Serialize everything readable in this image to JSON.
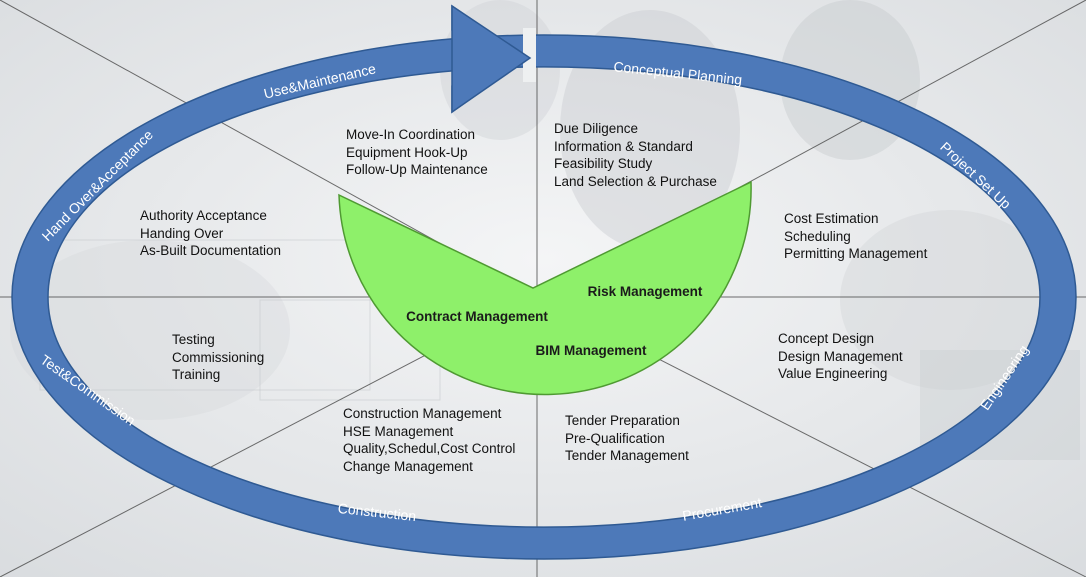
{
  "ring_phases": [
    {
      "id": "conceptual-planning",
      "label": "Conceptual Planning"
    },
    {
      "id": "project-set-up",
      "label": "Project Set Up"
    },
    {
      "id": "engineering",
      "label": "Engineering"
    },
    {
      "id": "procurement",
      "label": "Procurement"
    },
    {
      "id": "construction",
      "label": "Construction"
    },
    {
      "id": "test-commission",
      "label": "Test&Commission"
    },
    {
      "id": "hand-over-acceptance",
      "label": "Hand Over&Acceptance"
    },
    {
      "id": "use-maintenance",
      "label": "Use&Maintenance"
    }
  ],
  "sector_items": {
    "conceptual_planning": [
      "Due Diligence",
      "Information & Standard",
      "Feasibility Study",
      "Land Selection & Purchase"
    ],
    "project_set_up": [
      "Cost Estimation",
      "Scheduling",
      "Permitting Management"
    ],
    "engineering": [
      "Concept Design",
      "Design Management",
      "Value Engineering"
    ],
    "procurement": [
      "Tender Preparation",
      "Pre-Qualification",
      "Tender Management"
    ],
    "construction": [
      "Construction Management",
      "HSE Management",
      "Quality,Schedul,Cost Control",
      "Change Management"
    ],
    "test_commission": [
      "Testing",
      "Commissioning",
      "Training"
    ],
    "hand_over_acceptance": [
      "Authority Acceptance",
      "Handing Over",
      "As-Built Documentation"
    ],
    "use_maintenance": [
      "Move-In Coordination",
      "Equipment Hook-Up",
      "Follow-Up Maintenance"
    ]
  },
  "center": {
    "risk_management": "Risk Management",
    "contract_management": "Contract Management",
    "bim_management": "BIM Management"
  },
  "colors": {
    "ring_fill": "#4d79b9",
    "ring_stroke": "#2f5a93",
    "center_fill": "#8ef06a",
    "center_stroke": "#4f9a32",
    "ring_text": "#ffffff"
  }
}
